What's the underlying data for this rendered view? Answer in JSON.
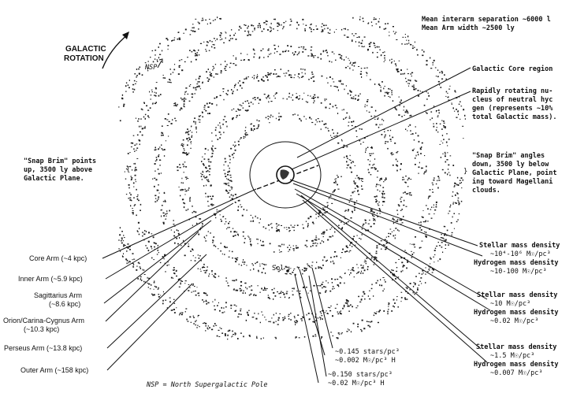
{
  "colors": {
    "ink": "#111111",
    "dots": "#1a1a1a",
    "background": "#ffffff"
  },
  "title": {
    "line1": "GALACTIC",
    "line2": "ROTATION"
  },
  "nsp_marker": "NSP",
  "top_right": {
    "line1": "Mean interarm separation ~6000 l",
    "line2": "Mean Arm width ~2500 ly"
  },
  "core_region": "Galactic Core region",
  "nucleus": {
    "line1": "Rapidly rotating nu-",
    "line2": "cleus of neutral hyc",
    "line3": "gen (represents ~10%",
    "line4": "total Galactic mass)."
  },
  "snap_brim_left": {
    "line1": "\"Snap Brim\" points",
    "line2": "up, 3500 ly above",
    "line3": "Galactic Plane."
  },
  "snap_brim_right": {
    "line1": "\"Snap Brim\" angles",
    "line2": "down, 3500 ly below",
    "line3": "Galactic Plane, point",
    "line4": "ing toward Magellani",
    "line5": "clouds."
  },
  "sol": "Sol",
  "arms": [
    {
      "line1": "Core Arm (~4 kpc)"
    },
    {
      "line1": "Inner Arm (~5.9 kpc)"
    },
    {
      "line1": "Sagittarius Arm",
      "line2": "(~8.6 kpc)"
    },
    {
      "line1": "Orion/Carina-Cygnus Arm",
      "line2": "(~10.3 kpc)"
    },
    {
      "line1": "Perseus Arm (~13.8 kpc)"
    },
    {
      "line1": "Outer Arm (~158 kpc)"
    }
  ],
  "densities": [
    {
      "line1": "Stellar mass density",
      "line2": "~10⁴-10⁶ M☉/pc³",
      "line3": "Hydrogen mass density",
      "line4": "~10-100 M☉/pc³"
    },
    {
      "line1": "Stellar mass density",
      "line2": "~10 M☉/pc³",
      "line3": "Hydrogen mass density",
      "line4": "~0.02 M☉/pc³"
    },
    {
      "line1": "Stellar mass density",
      "line2": "~1.5 M☉/pc³",
      "line3": "Hydrogen mass density",
      "line4": "~0.007 M☉/pc³"
    }
  ],
  "local_densities": [
    {
      "line1": "~0.145 stars/pc³",
      "line2": "~0.002 M☉/pc³ H"
    },
    {
      "line1": "~0.150 stars/pc³",
      "line2": "~0.02  M☉/pc³ H"
    }
  ],
  "footer": "NSP = North Supergalactic Pole"
}
